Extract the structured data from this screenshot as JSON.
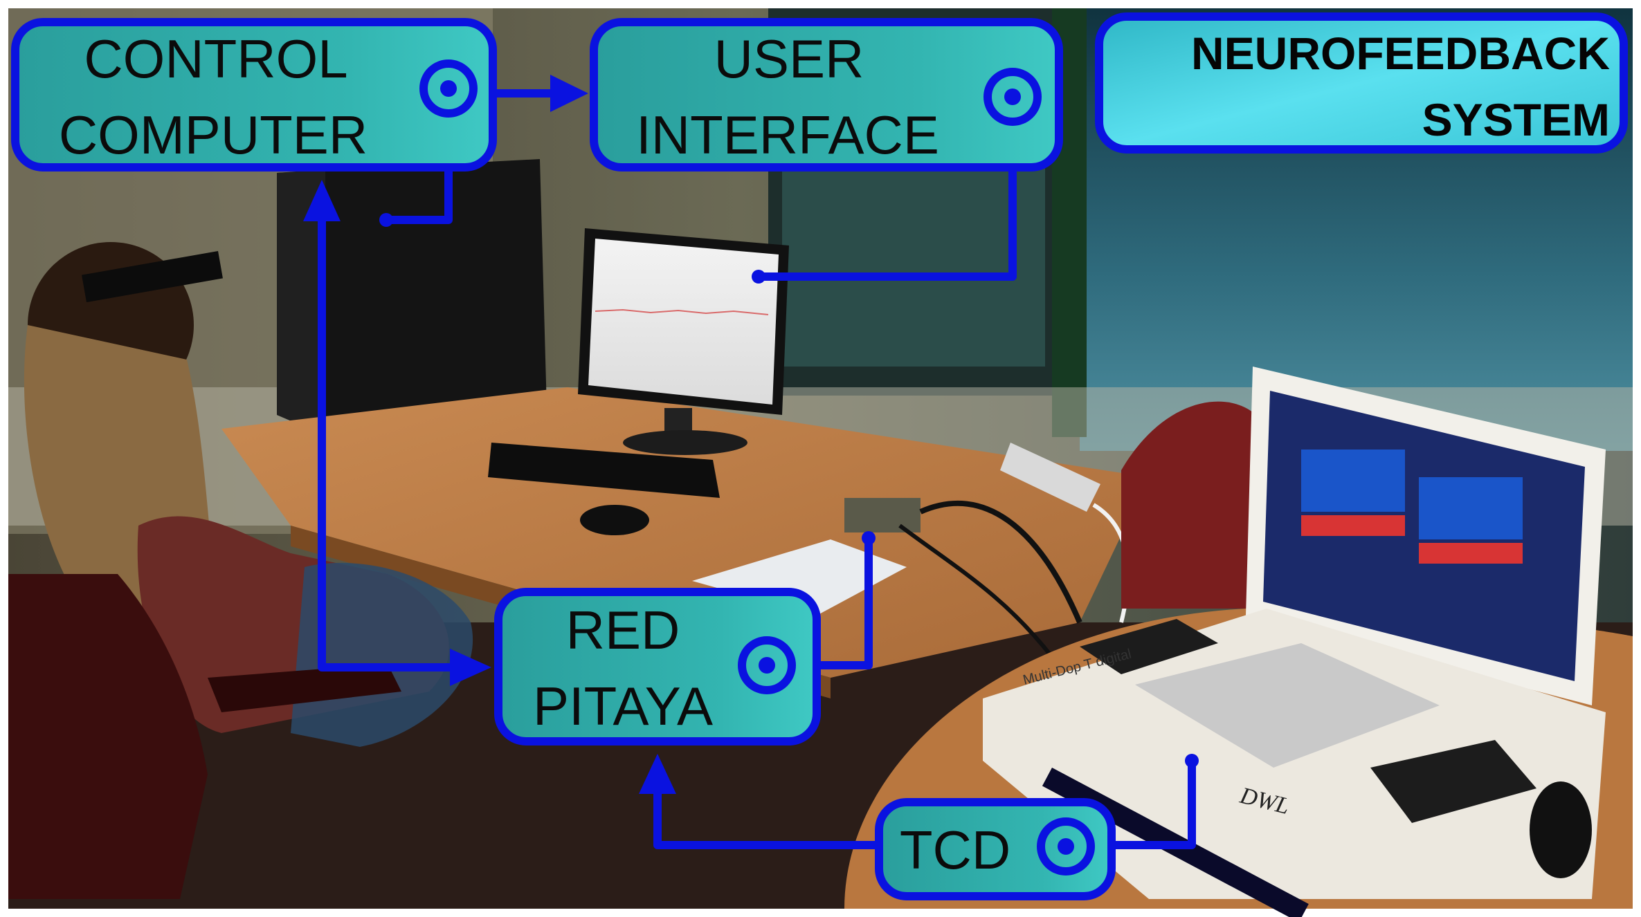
{
  "colors": {
    "connector": "#0a12e0",
    "box_fill": "#2aa3a1",
    "box_fill_light": "#3fc6c3",
    "title_fill": "#43d4e6",
    "text": "#0b0b0b"
  },
  "boxes": {
    "control_computer": {
      "line1": "CONTROL",
      "line2": "COMPUTER"
    },
    "user_interface": {
      "line1": "USER",
      "line2": "INTERFACE"
    },
    "red_pitaya": {
      "line1": "RED",
      "line2": "PITAYA"
    },
    "tcd": {
      "line1": "TCD"
    }
  },
  "title": {
    "line1": "NEUROFEEDBACK",
    "line2": "SYSTEM"
  },
  "photo": {
    "monitor_brand": "DWL",
    "device_label": "Multi-Dop T digital"
  }
}
